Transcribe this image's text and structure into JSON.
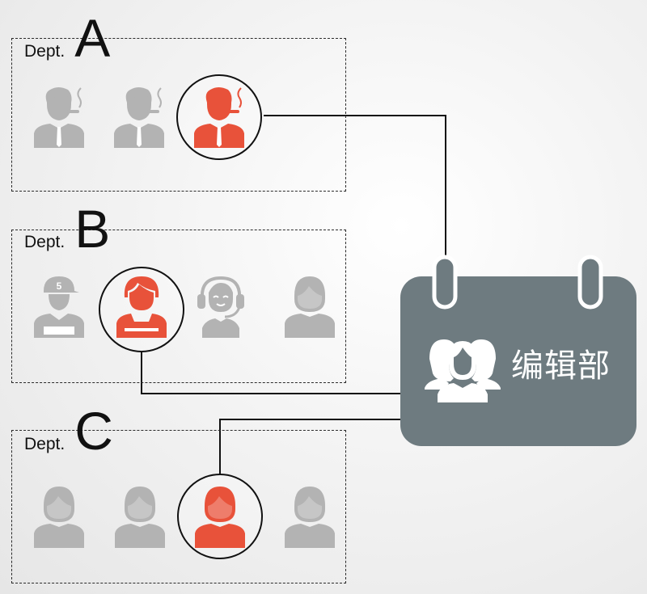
{
  "departments": [
    {
      "word": "Dept.",
      "letter": "A"
    },
    {
      "word": "Dept.",
      "letter": "B"
    },
    {
      "word": "Dept.",
      "letter": "C"
    }
  ],
  "target": {
    "label": "编辑部",
    "icon": "team-icon"
  },
  "colors": {
    "highlight": "#e8523a",
    "inactive": "#b3b3b3",
    "calendar": "#6e7b80",
    "line": "#111111"
  },
  "icons": {
    "dept_a": [
      "smoking-man-icon",
      "smoking-man-icon",
      "smoking-man-icon"
    ],
    "dept_b": [
      "cap-man-icon",
      "woman-icon",
      "headset-operator-icon",
      "person-icon"
    ],
    "dept_c": [
      "person-icon",
      "person-icon",
      "person-icon",
      "person-icon"
    ]
  }
}
